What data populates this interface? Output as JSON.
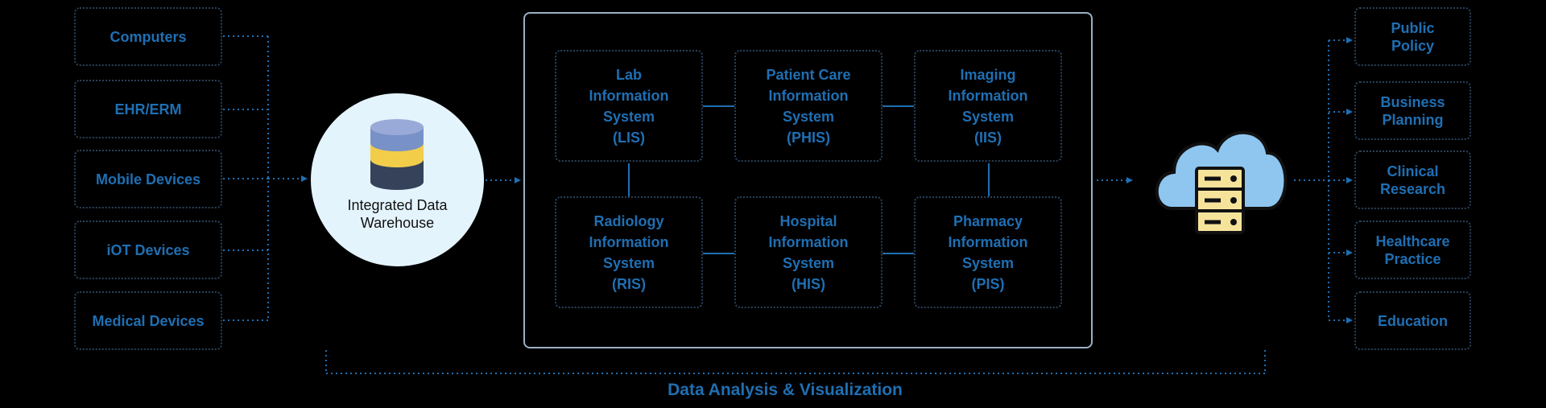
{
  "inputs": {
    "computers": "Computers",
    "ehr": "EHR/ERM",
    "mobile": "Mobile Devices",
    "iot": "iOT Devices",
    "medical": "Medical Devices"
  },
  "warehouse": {
    "label": "Integrated Data\nWarehouse",
    "icon": "database-icon"
  },
  "systems": {
    "lis": "Lab\nInformation\nSystem\n(LIS)",
    "phis": "Patient Care\nInformation\nSystem\n(PHIS)",
    "iis": "Imaging\nInformation\nSystem\n(IIS)",
    "ris": "Radiology\nInformation\nSystem\n(RIS)",
    "his": "Hospital\nInformation\nSystem\n(HIS)",
    "pis": "Pharmacy\nInformation\nSystem\n(PIS)"
  },
  "cloud": {
    "icon": "cloud-server-icon"
  },
  "outputs": {
    "policy": "Public\nPolicy",
    "business": "Business\nPlanning",
    "clinical": "Clinical\nResearch",
    "practice": "Healthcare\nPractice",
    "education": "Education"
  },
  "footer": {
    "label": "Data Analysis & Visualization"
  },
  "colors": {
    "accent": "#1f6fb3",
    "box_border": "#28415a",
    "warehouse_bg": "#e4f4fd",
    "cloud": "#8ec6f0",
    "server": "#f6e39a"
  }
}
